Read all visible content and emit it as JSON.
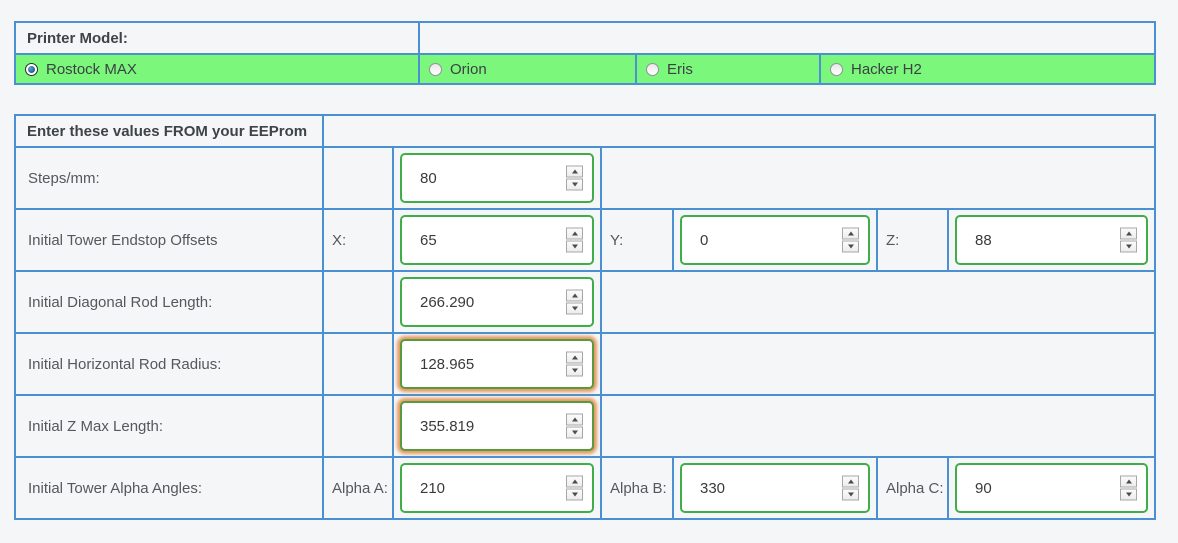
{
  "colors": {
    "table_border_blue": "#4a90d2",
    "model_row_green": "#7bf77b",
    "input_border_green": "#3fae49",
    "changed_input_glow_orange": "#e59a63",
    "background": "#f5f6f7"
  },
  "printer_model": {
    "label": "Printer Model:",
    "options": [
      {
        "label": "Rostock MAX",
        "selected": true
      },
      {
        "label": "Orion",
        "selected": false
      },
      {
        "label": "Eris",
        "selected": false
      },
      {
        "label": "Hacker H2",
        "selected": false
      }
    ]
  },
  "eeprom": {
    "header": "Enter these values FROM your EEProm",
    "rows": [
      {
        "label": "Steps/mm:",
        "fields": [
          {
            "prefix": "",
            "value": "80",
            "highlighted": false
          }
        ]
      },
      {
        "label": "Initial Tower Endstop Offsets",
        "fields": [
          {
            "prefix": "X:",
            "value": "65",
            "highlighted": false
          },
          {
            "prefix": "Y:",
            "value": "0",
            "highlighted": false
          },
          {
            "prefix": "Z:",
            "value": "88",
            "highlighted": false
          }
        ]
      },
      {
        "label": "Initial Diagonal Rod Length:",
        "fields": [
          {
            "prefix": "",
            "value": "266.290",
            "highlighted": false
          }
        ]
      },
      {
        "label": "Initial Horizontal Rod Radius:",
        "fields": [
          {
            "prefix": "",
            "value": "128.965",
            "highlighted": true
          }
        ]
      },
      {
        "label": "Initial Z Max Length:",
        "fields": [
          {
            "prefix": "",
            "value": "355.819",
            "highlighted": true
          }
        ]
      },
      {
        "label": "Initial Tower Alpha Angles:",
        "fields": [
          {
            "prefix": "Alpha A:",
            "value": "210",
            "highlighted": false
          },
          {
            "prefix": "Alpha B:",
            "value": "330",
            "highlighted": false
          },
          {
            "prefix": "Alpha C:",
            "value": "90",
            "highlighted": false
          }
        ]
      }
    ]
  }
}
